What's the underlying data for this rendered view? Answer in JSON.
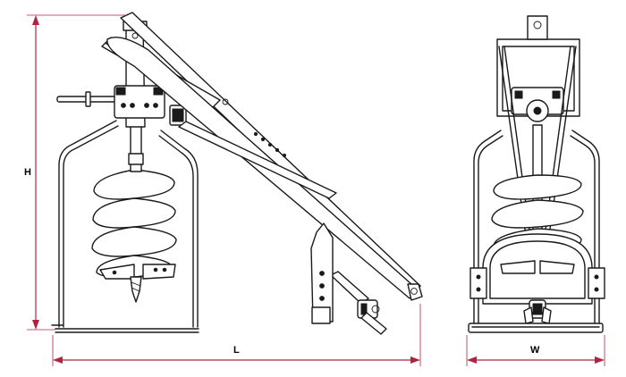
{
  "dimensions": {
    "height_label": "H",
    "length_label": "L",
    "width_label": "W"
  },
  "colors": {
    "dimension_lines": "#b0243f",
    "linework": "#1a1a1a",
    "background": "#ffffff"
  }
}
